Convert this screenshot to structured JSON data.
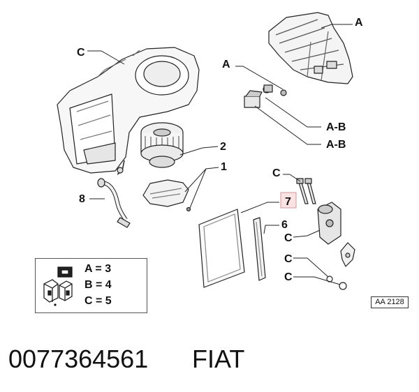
{
  "callouts": {
    "a_top": "A",
    "a_mid": "A",
    "ab_1": "A-B",
    "ab_2": "A-B",
    "c_housing": "C",
    "n2": "2",
    "n1": "1",
    "n8": "8",
    "c_screws": "C",
    "n7": "7",
    "n6": "6",
    "c_valve": "C",
    "c_oring1": "C",
    "c_oring2": "C"
  },
  "legend": {
    "line_a": "A = 3",
    "line_b": "B = 4",
    "line_c": "C = 5"
  },
  "ref_code": "AA 2128",
  "caption": {
    "part_number": "0077364561",
    "brand": "FIAT"
  }
}
